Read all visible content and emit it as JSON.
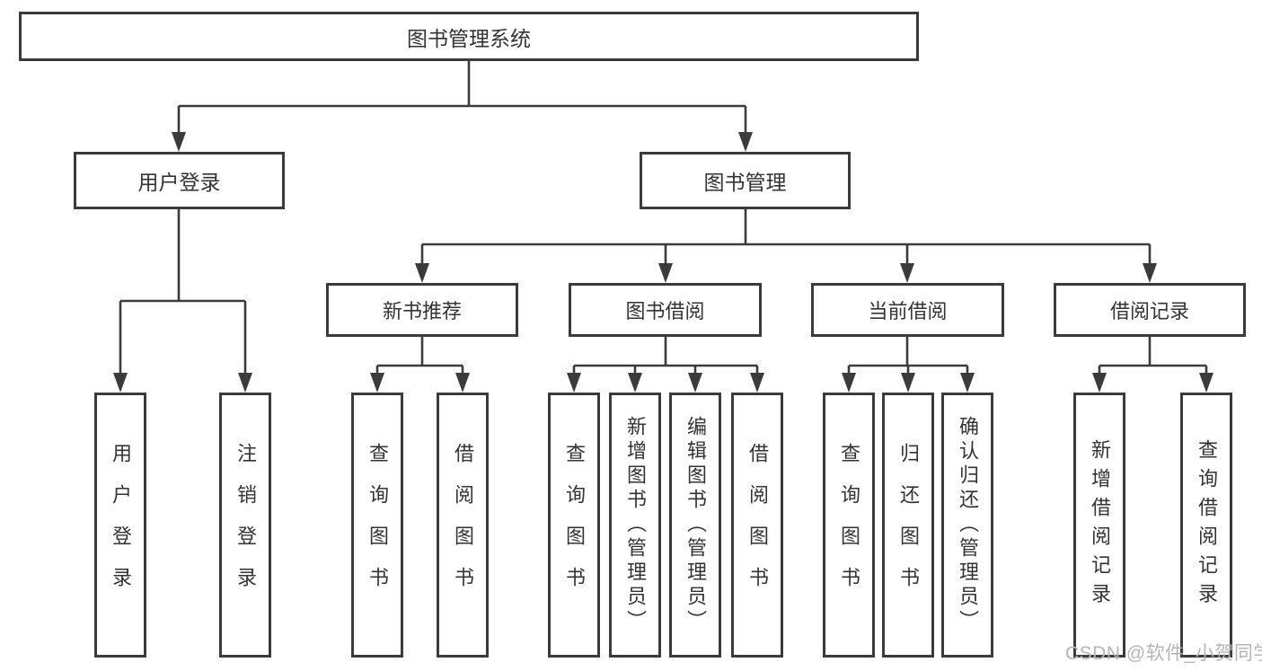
{
  "tree": {
    "root": {
      "label": "图书管理系统"
    },
    "user": {
      "label": "用户登录",
      "leaves": [
        {
          "label": "用户登录"
        },
        {
          "label": "注销登录"
        }
      ]
    },
    "mgmt": {
      "label": "图书管理",
      "groups": [
        {
          "label": "新书推荐",
          "leaves": [
            {
              "label": "查询图书"
            },
            {
              "label": "借阅图书"
            }
          ]
        },
        {
          "label": "图书借阅",
          "leaves": [
            {
              "label": "查询图书"
            },
            {
              "label": "新增图书（管理员）"
            },
            {
              "label": "编辑图书（管理员）"
            },
            {
              "label": "借阅图书"
            }
          ]
        },
        {
          "label": "当前借阅",
          "leaves": [
            {
              "label": "查询图书"
            },
            {
              "label": "归还图书"
            },
            {
              "label": "确认归还（管理员）"
            }
          ]
        },
        {
          "label": "借阅记录",
          "leaves": [
            {
              "label": "新增借阅记录"
            },
            {
              "label": "查询借阅记录"
            }
          ]
        }
      ]
    }
  },
  "watermark": {
    "text": "CSDN @软件_小贺同学"
  },
  "colors": {
    "line": "#3b3b3b",
    "text": "#333333",
    "watermark": "#b5b5b5",
    "background": "#ffffff"
  }
}
